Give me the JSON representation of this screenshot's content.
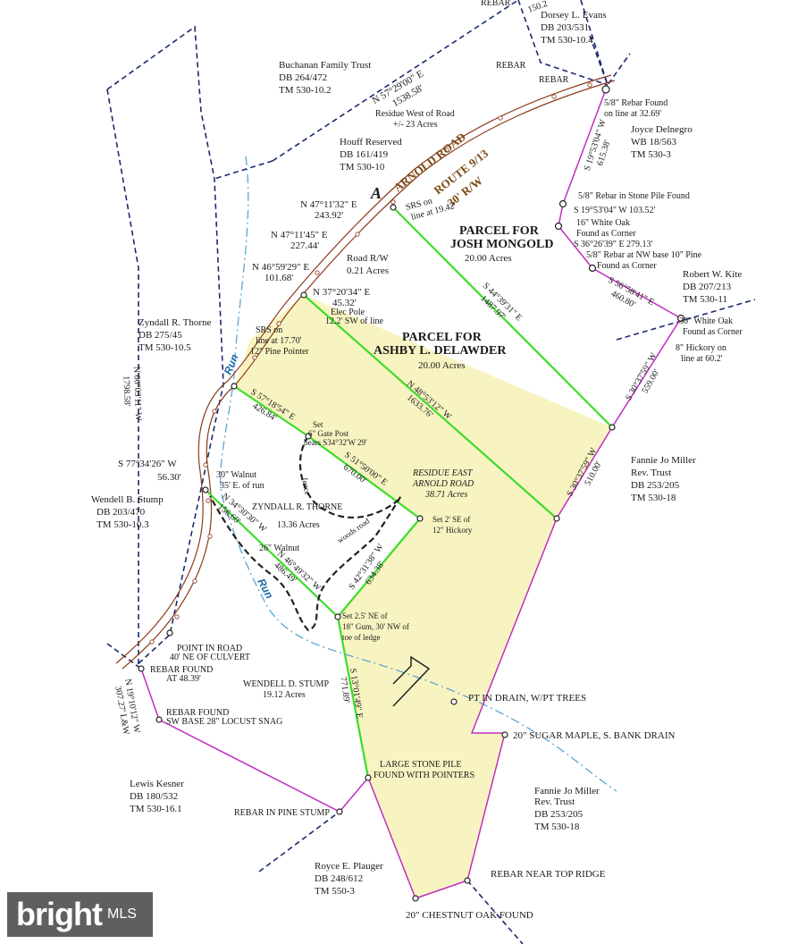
{
  "parcels": {
    "josh": {
      "title1": "PARCEL FOR",
      "title2": "JOSH MONGOLD",
      "acres": "20.00 Acres"
    },
    "ashby": {
      "title1": "PARCEL FOR",
      "title2": "ASHBY L. DELAWDER",
      "acres": "20.00 Acres"
    },
    "residue_east": {
      "line1": "RESIDUE EAST",
      "line2": "ARNOLD ROAD",
      "acres": "38.71 Acres"
    },
    "residue_west": {
      "line1": "Residue West of Road",
      "line2": "+/- 23 Acres"
    },
    "road_rw": {
      "line1": "Road R/W",
      "line2": "0.21 Acres"
    },
    "zyndall_inner": {
      "line1": "ZYNDALL R. THORNE",
      "acres": "13.36 Acres"
    },
    "wendell_inner": {
      "line1": "WENDELL D. STUMP",
      "acres": "19.12 Acres"
    }
  },
  "road": {
    "name": "ARNOLD ROAD",
    "route": "ROUTE 9/13",
    "rw": "30' R/W",
    "point_a": "A"
  },
  "streams": {
    "run_upper": "Run",
    "run_lower": "Run"
  },
  "owners": {
    "rebar_top": "REBAR",
    "rebar_top_num": "150.2",
    "dorsey": [
      "Dorsey L. Evans",
      "DB 203/531",
      "TM 530-10.4"
    ],
    "buchanan": [
      "Buchanan Family Trust",
      "DB 264/472",
      "TM 530-10.2"
    ],
    "houff": [
      "Houff Reserved",
      "DB 161/419",
      "TM 530-10"
    ],
    "joyce": [
      "Joyce Delnegro",
      "WB 18/563",
      "TM 530-3"
    ],
    "robert": [
      "Robert W. Kite",
      "DB 207/213",
      "TM 530-11"
    ],
    "zyndall": [
      "Zyndall R. Thorne",
      "DB 275/45",
      "TM 530-10.5"
    ],
    "wendell": [
      "Wendell B. Stump",
      "DB 203/470",
      "TM 530-10.3"
    ],
    "fannie1": [
      "Fannie Jo Miller",
      "Rev. Trust",
      "DB 253/205",
      "TM 530-18"
    ],
    "fannie2": [
      "Fannie Jo Miller",
      "Rev. Trust",
      "DB 253/205",
      "TM 530-18"
    ],
    "lewis": [
      "Lewis Kesner",
      "DB 180/532",
      "TM 530-16.1"
    ],
    "royce": [
      "Royce E. Plauger",
      "DB 248/612",
      "TM 550-3"
    ]
  },
  "bearings": {
    "b1": [
      "N 57°29'00\" E",
      "1538.58'"
    ],
    "b2": [
      "N 47°11'32\" E",
      "243.92'"
    ],
    "b3": [
      "N 47°11'45\" E",
      "227.44'"
    ],
    "b4": [
      "N 46°59'29\" E",
      "101.68'"
    ],
    "b5": [
      "N 37°20'34\" E",
      "45.32'"
    ],
    "b6": [
      "S 44°39'31\" E",
      "1487.97'"
    ],
    "b7": [
      "N 48°53'12\" W",
      "1633.76'"
    ],
    "b8": [
      "S 57°18'54\" E",
      "426.84'"
    ],
    "b9": [
      "S 51°50'00\" E",
      "670.00'"
    ],
    "b10": [
      "S 42°31'38\" W",
      "634.38'"
    ],
    "b11": [
      "N 46°49'32\" W",
      "486.49'"
    ],
    "b12": [
      "N 34°30'30\" W",
      "156.60'"
    ],
    "b13": [
      "S 13°01'49\" E",
      "771.89'"
    ],
    "b14": [
      "S 30°37'59\" W",
      "510.00'"
    ],
    "b15": [
      "S 30°37'59\" W",
      "559.00'"
    ],
    "b16": [
      "S 56°58'41\" E",
      "460.80'"
    ],
    "b17": [
      "S 19°53'04\" W",
      "615.38'"
    ],
    "b18": [
      "S 19°53'04\" W 103.52'"
    ],
    "b19": [
      "S 36°26'39\" E 279.13'"
    ],
    "b20": [
      "N 06°03'11\" W",
      "1798.58'"
    ],
    "b21": [
      "S 77°34'26\" W",
      "56.30'"
    ],
    "b22": [
      "N 19°10'12\" W",
      "307.27' L&W"
    ]
  },
  "notes": {
    "rebar1": "REBAR",
    "rebar2": "REBAR",
    "rebar_found_top": [
      "5/8\" Rebar Found",
      "on line at 32.69'"
    ],
    "srs1": [
      "SRS  on",
      "line at 19.42'"
    ],
    "srs2": [
      "SRS  on",
      "line at 17.70'",
      "12\" Pine Pointer"
    ],
    "elec_pole": [
      "Elec Pole",
      "12.2' SW of line"
    ],
    "rebar_stone": "5/8\" Rebar in Stone Pile Found",
    "white_oak16": [
      "16\" White Oak",
      "Found as Corner"
    ],
    "rebar_nw": [
      "5/8\" Rebar at NW base 10\" Pine",
      "Found as Corner"
    ],
    "white_oak36": [
      "36\" White Oak",
      "Found as Corner"
    ],
    "hickory8": [
      "8\" Hickory on",
      "line at 60.2'"
    ],
    "gate_post": [
      "Set",
      "6\" Gate Post",
      "bears S34°32'W 29'"
    ],
    "fence": "fence",
    "woods_road": "woods road",
    "set_hickory": [
      "Set 2' SE of",
      "12\" Hickory"
    ],
    "walnut30": [
      "30\" Walnut",
      "35' E. of run"
    ],
    "walnut26": "26\" Walnut",
    "set_gum": [
      "Set 2.5' NE of",
      "18\" Gum, 30' NW of",
      "toe of ledge"
    ],
    "point_road": [
      "POINT IN ROAD",
      "40' NE OF CULVERT"
    ],
    "rebar_found48": [
      "REBAR FOUND",
      "AT 48.39'"
    ],
    "rebar_locust": [
      "REBAR FOUND",
      "SW BASE 28\" LOCUST SNAG"
    ],
    "pt_drain": "PT IN DRAIN, W/PT TREES",
    "sugar_maple": "20\" SUGAR MAPLE, S. BANK DRAIN",
    "stone_pile": [
      "LARGE STONE PILE",
      "FOUND WITH POINTERS"
    ],
    "rebar_pine": "REBAR IN PINE STUMP",
    "rebar_ridge": "REBAR NEAR TOP RIDGE",
    "chestnut": "20\" CHESTNUT OAK FOUND"
  },
  "north_arrow": "N",
  "watermark": {
    "brand": "bright",
    "suffix": "MLS"
  },
  "colors": {
    "parcel_fill": "#f8f4c2",
    "green_line": "#3ddc2a",
    "magenta_line": "#c02ec0",
    "boundary_dash": "#1a2a6e",
    "road_outline": "#8b3a1a",
    "stream": "#5aa6d6",
    "fence_dash": "#222222"
  }
}
